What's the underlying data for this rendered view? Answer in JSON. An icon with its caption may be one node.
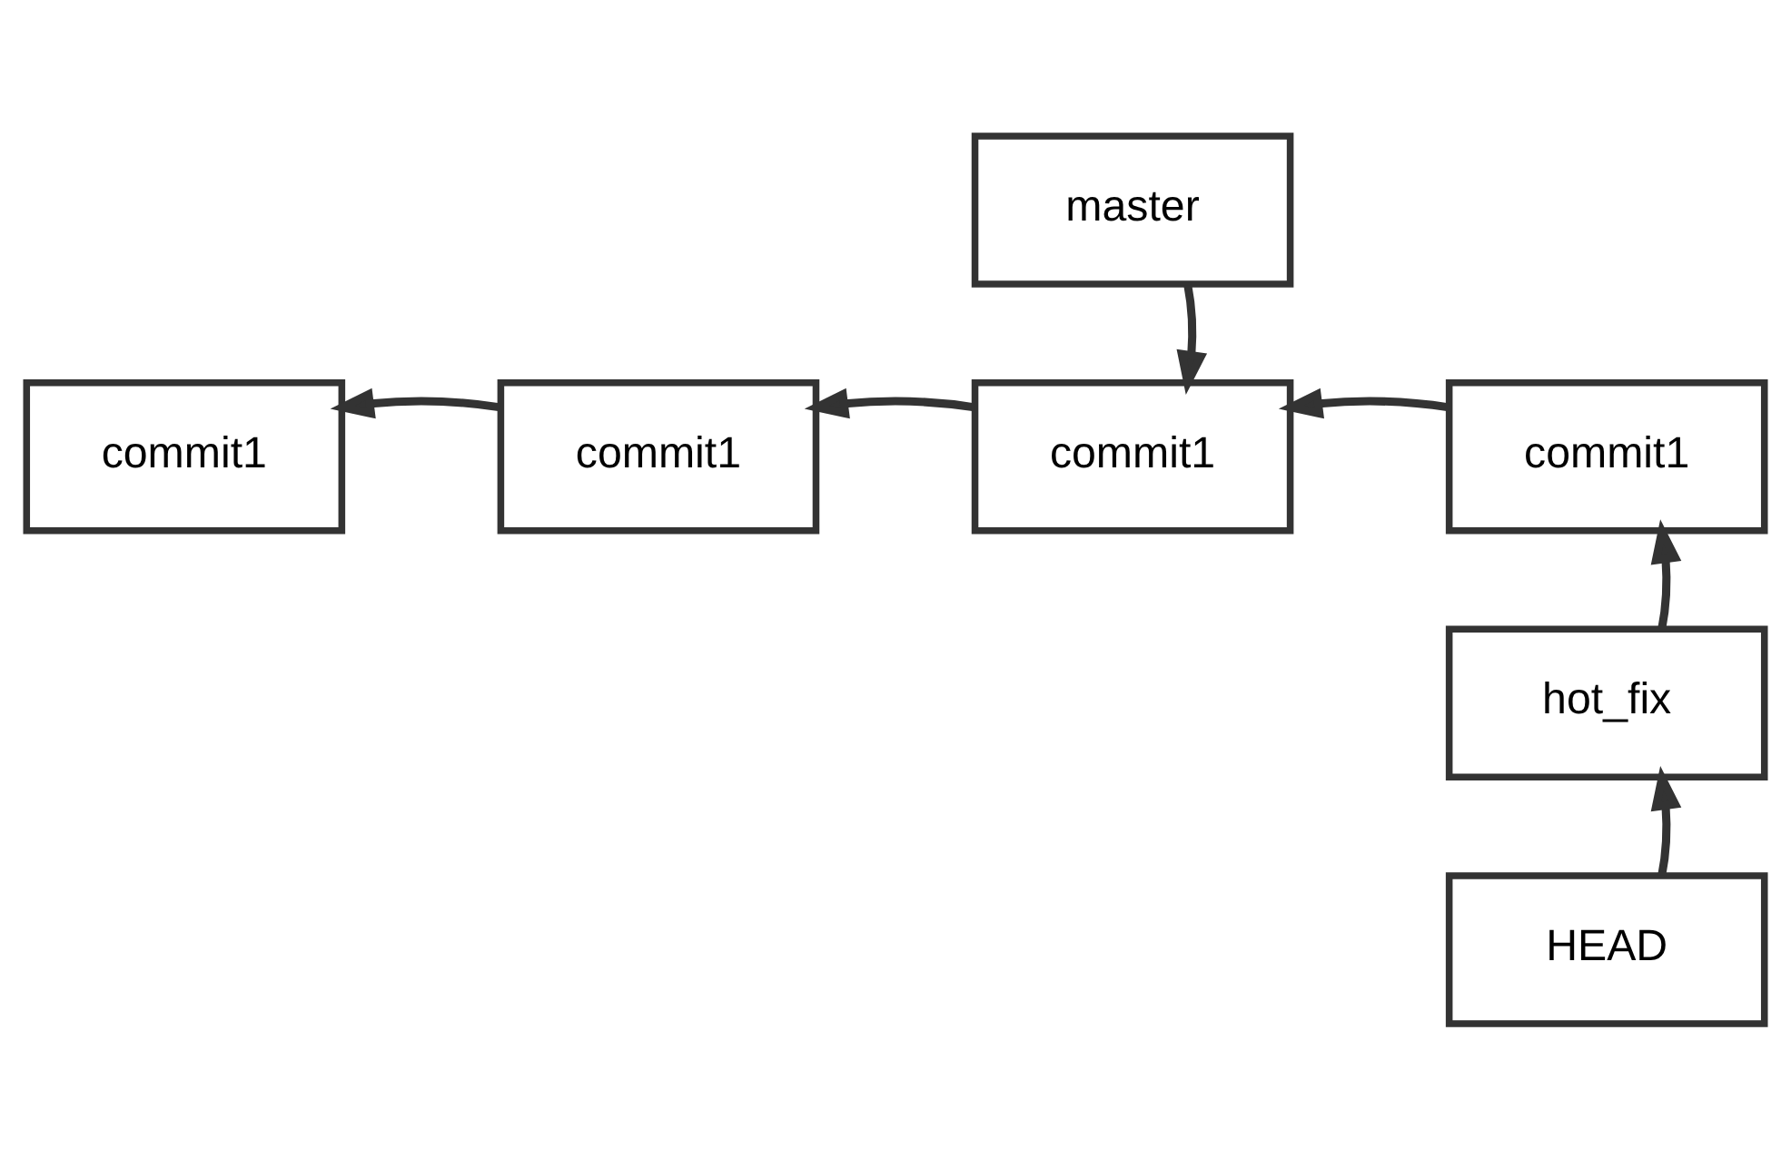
{
  "diagram": {
    "nodes": [
      {
        "text": [
          "master"
        ]
      },
      {
        "text": [
          "commit1"
        ]
      },
      {
        "text": [
          "commit1"
        ]
      },
      {
        "text": [
          "commit1"
        ]
      },
      {
        "text": [
          "commit1"
        ]
      },
      {
        "text": [
          "hot_fix"
        ]
      },
      {
        "text": [
          "HEAD"
        ]
      }
    ],
    "edges": [
      {
        "from": 0,
        "to": 3,
        "arrow": "to"
      },
      {
        "from": 2,
        "to": 1,
        "arrow": "to"
      },
      {
        "from": 3,
        "to": 2,
        "arrow": "to"
      },
      {
        "from": 4,
        "to": 3,
        "arrow": "to"
      },
      {
        "from": 5,
        "to": 4,
        "arrow": "to"
      },
      {
        "from": 6,
        "to": 5,
        "arrow": "to"
      }
    ]
  }
}
